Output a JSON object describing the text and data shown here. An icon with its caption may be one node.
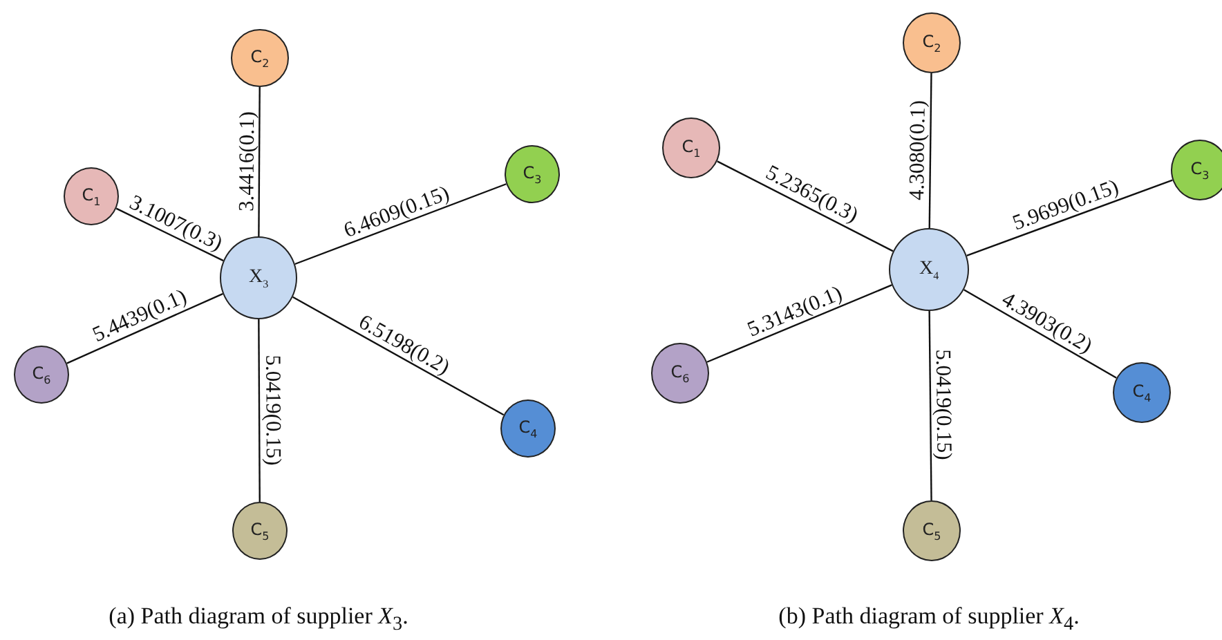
{
  "diagram": {
    "nodes": [
      {
        "text": [
          "X$_{3}$"
        ]
      },
      {
        "text": [
          "C$_{1}$"
        ]
      },
      {
        "text": [
          "C$_{2}$"
        ]
      },
      {
        "text": [
          "C$_{3}$"
        ]
      },
      {
        "text": [
          "C$_{4}$"
        ]
      },
      {
        "text": [
          "C$_{5}$"
        ]
      },
      {
        "text": [
          "C$_{6}$"
        ]
      },
      {
        "text": [
          "X$_{4}$"
        ]
      },
      {
        "text": [
          "C$_{1}$"
        ]
      },
      {
        "text": [
          "C$_{2}$"
        ]
      },
      {
        "text": [
          "C$_{3}$"
        ]
      },
      {
        "text": [
          "C$_{4}$"
        ]
      },
      {
        "text": [
          "C$_{5}$"
        ]
      },
      {
        "text": [
          "C$_{6}$"
        ]
      }
    ],
    "edges": [
      {
        "from": 0,
        "to": 1,
        "arrow": "none",
        "label": "3.1007(0.3)"
      },
      {
        "from": 0,
        "to": 2,
        "arrow": "none",
        "label": "3.4416(0.1)"
      },
      {
        "from": 0,
        "to": 3,
        "arrow": "none",
        "label": "6.4609(0.15)"
      },
      {
        "from": 0,
        "to": 4,
        "arrow": "none",
        "label": "6.5198(0.2)"
      },
      {
        "from": 0,
        "to": 5,
        "arrow": "none",
        "label": "5.0419(0.15)"
      },
      {
        "from": 0,
        "to": 6,
        "arrow": "none",
        "label": "5.4439(0.1)"
      },
      {
        "from": 7,
        "to": 8,
        "arrow": "none",
        "label": "5.2365(0.3)"
      },
      {
        "from": 7,
        "to": 9,
        "arrow": "none",
        "label": "4.3080(0.1)"
      },
      {
        "from": 7,
        "to": 10,
        "arrow": "none",
        "label": "5.9699(0.15)"
      },
      {
        "from": 7,
        "to": 11,
        "arrow": "none",
        "label": "4.3903(0.2)"
      },
      {
        "from": 7,
        "to": 12,
        "arrow": "none",
        "label": "5.0419(0.15)"
      },
      {
        "from": 7,
        "to": 13,
        "arrow": "none",
        "label": "5.3143(0.1)"
      }
    ],
    "labels": [
      "(a)  Path diagram of supplier *X*$_{3}$.",
      "(b)  Path diagram of supplier *X*$_{4}$."
    ]
  }
}
